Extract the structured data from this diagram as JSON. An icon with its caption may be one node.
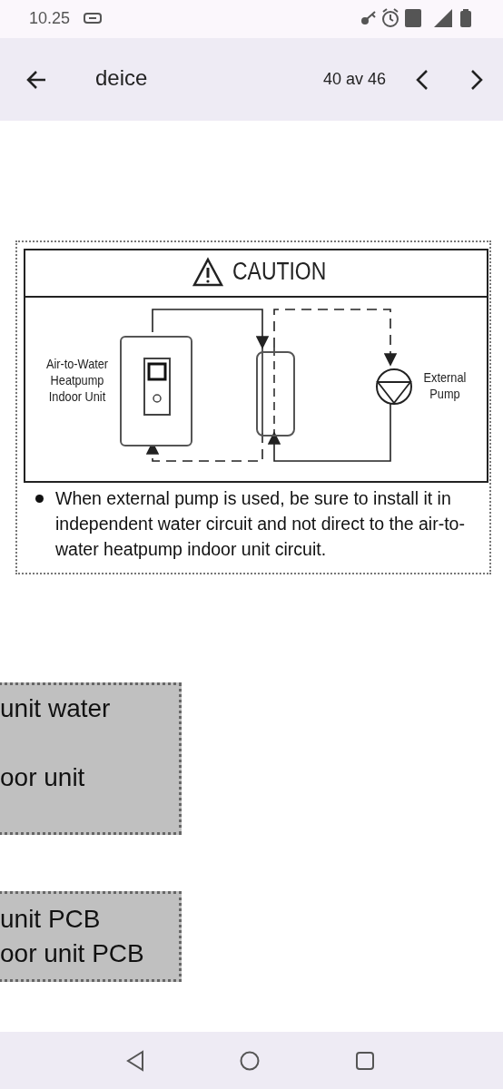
{
  "diagram": {
    "nodes": [
      {
        "text": [
          "When external pump is used, be sure to install it in independent water circuit and not direct to the air-to-water heatpump indoor unit circuit."
        ]
      },
      {
        "text": [
          "CAUTION"
        ],
        "in": 0
      },
      {
        "text": [],
        "shape": "box",
        "in": 1,
        "beside": [
          "Air-to-Water Heatpump Indoor Unit"
        ]
      },
      {
        "text": [],
        "shape": "box",
        "in": 1
      },
      {
        "text": [],
        "shape": "circle",
        "in": 1,
        "beside": [
          "External Pump"
        ]
      },
      {
        "text": [
          "unit water",
          "oor unit"
        ]
      },
      {
        "text": [
          "unit PCB",
          "oor unit PCB"
        ]
      }
    ],
    "edges": [
      {
        "from": 2,
        "to": 3,
        "arrow": "to"
      },
      {
        "from": 3,
        "to": 2,
        "arrow": "to",
        "style": "dashed"
      },
      {
        "from": 3,
        "to": 4,
        "arrow": "to",
        "style": "dashed"
      },
      {
        "from": 4,
        "to": 3,
        "arrow": "to"
      }
    ],
    "labels": [
      "10.25",
      "deice",
      "40 av 46"
    ]
  }
}
